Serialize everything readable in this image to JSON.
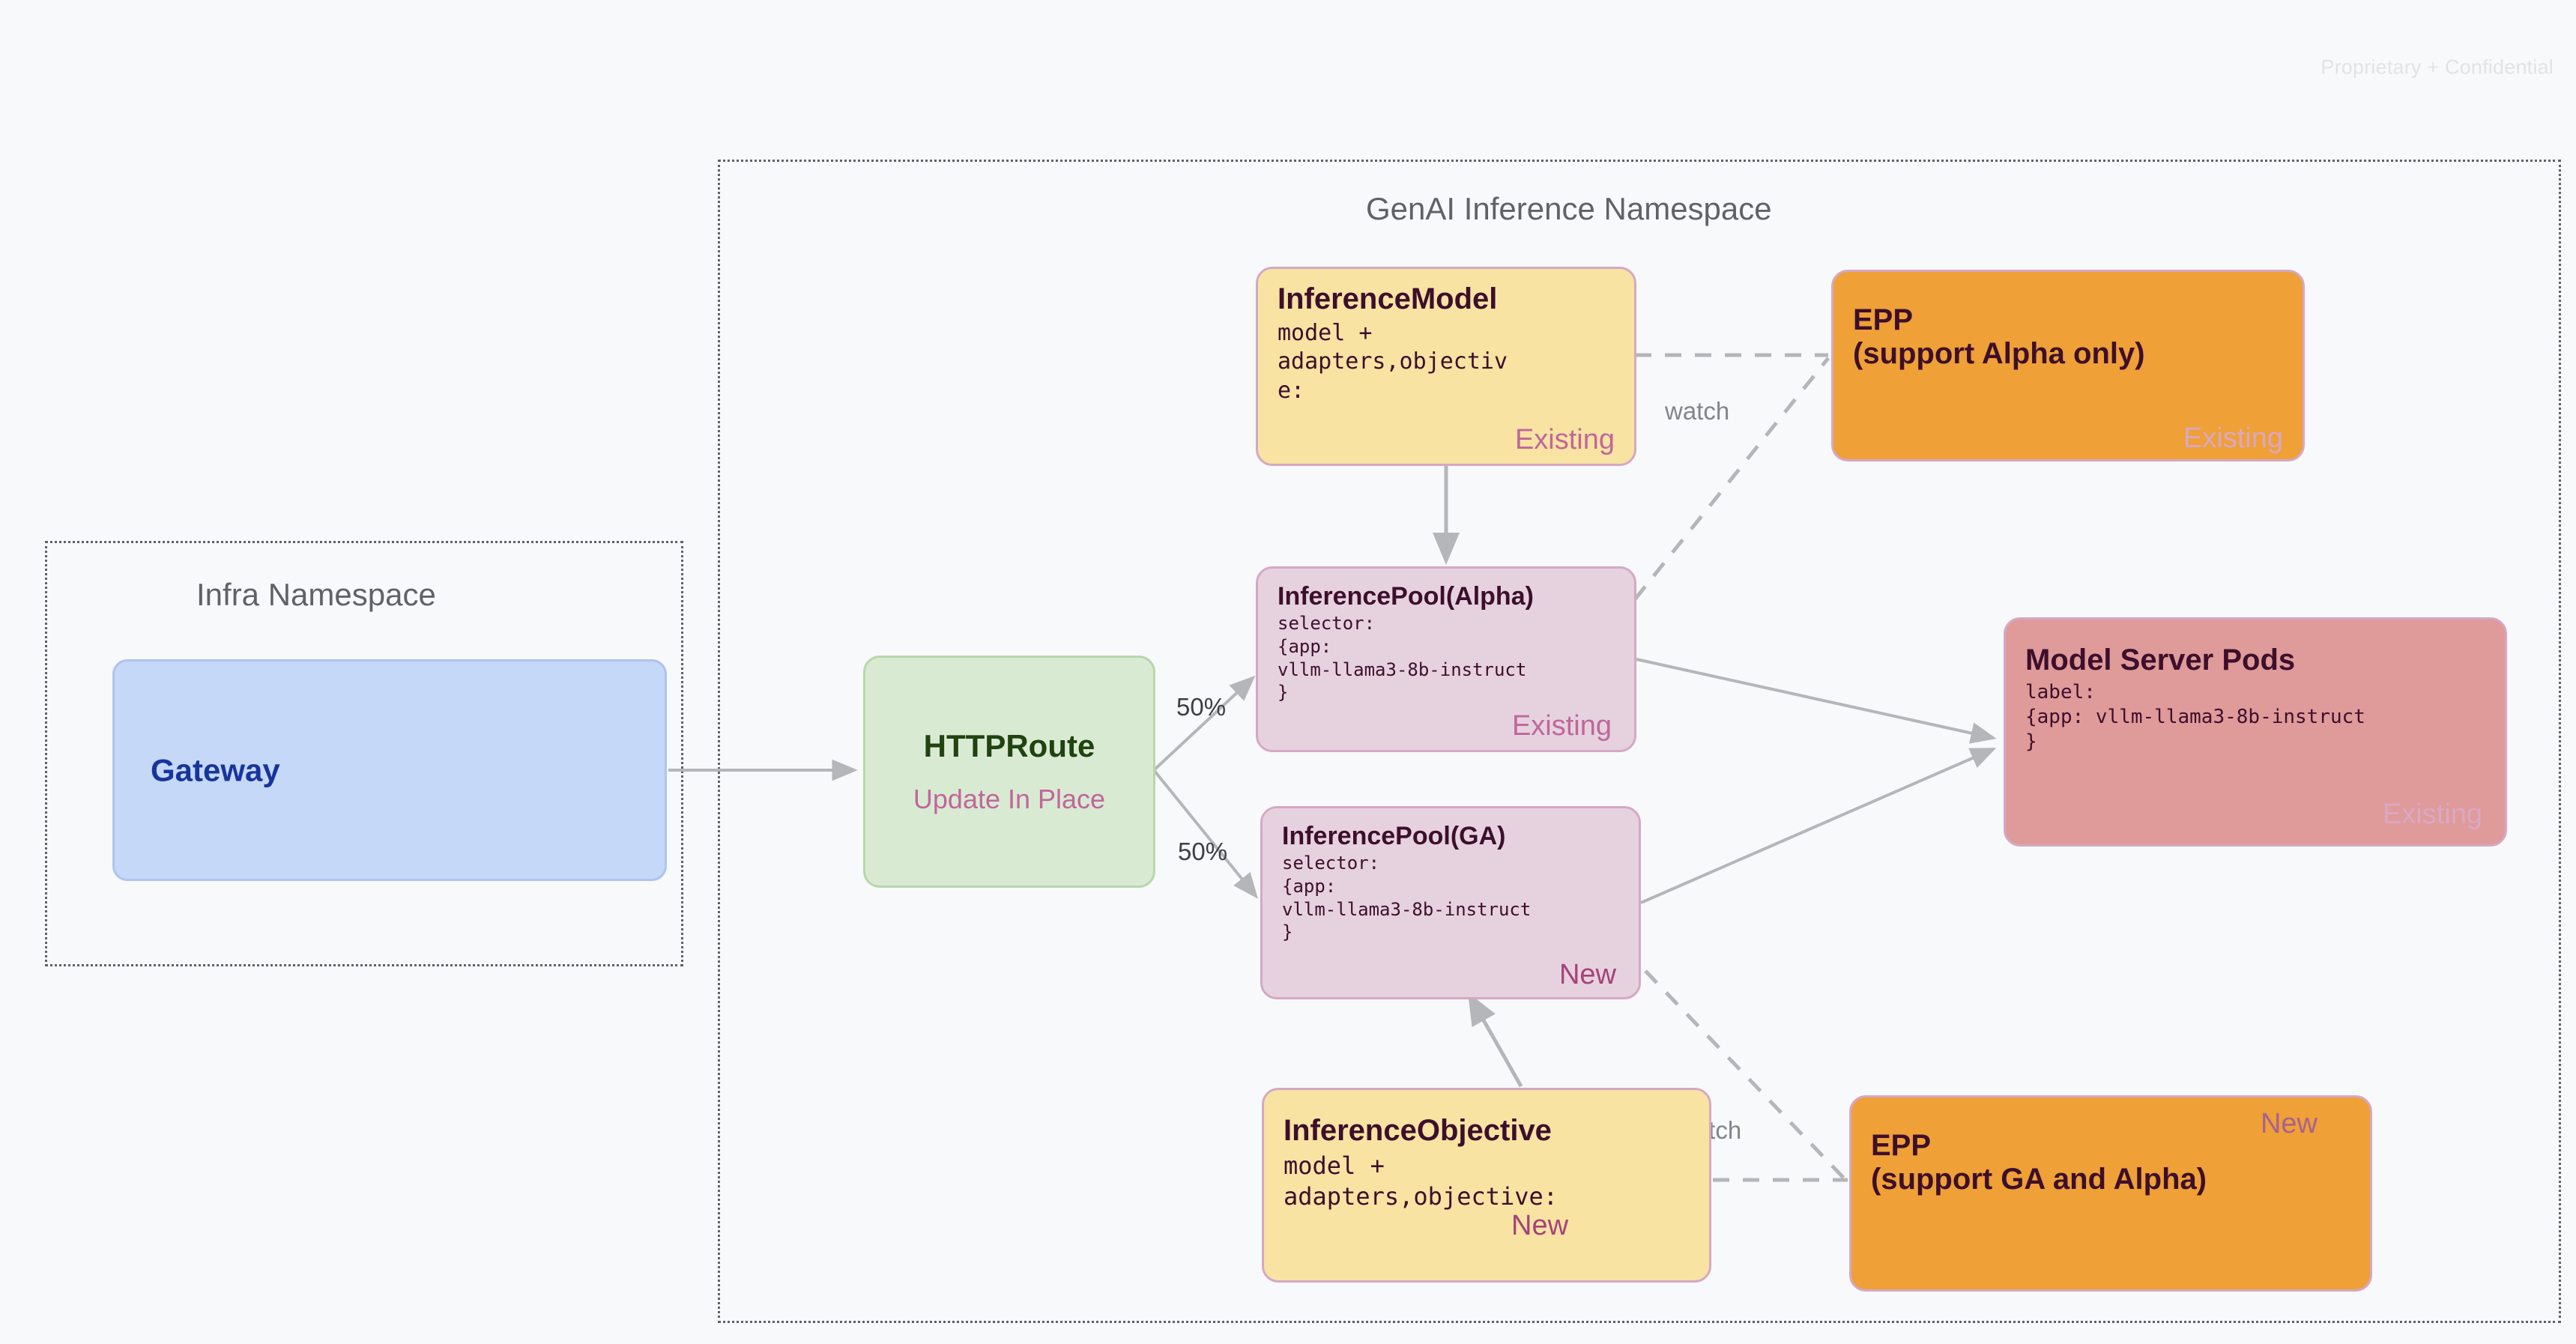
{
  "page": {
    "confidential_note": "Proprietary + Confidential",
    "background_color": "#f8f9fb"
  },
  "namespaces": [
    {
      "id": "infra",
      "title": "Infra Namespace"
    },
    {
      "id": "genai",
      "title": "GenAI Inference Namespace"
    }
  ],
  "nodes": {
    "gateway": {
      "title": "Gateway",
      "color": "#c6d8f7",
      "text_color": "#16359c"
    },
    "httproute": {
      "title": "HTTPRoute",
      "status": "Update In Place",
      "color": "#d9ead3",
      "text_color": "#204310",
      "status_color": "#c0679a"
    },
    "inference_model": {
      "title": "InferenceModel",
      "spec": "model +\nadapters,objectiv\ne:",
      "status": "Existing",
      "color": "#f8e3a3"
    },
    "epp_alpha": {
      "title": "EPP\n(support Alpha only)",
      "status": "Existing",
      "color": "#efa036"
    },
    "pool_alpha": {
      "title": "InferencePool(Alpha)",
      "spec": "selector:\n{app:\nvllm-llama3-8b-instruct\n}",
      "status": "Existing",
      "color": "#e6d2df"
    },
    "pool_ga": {
      "title": "InferencePool(GA)",
      "spec": "selector:\n{app:\nvllm-llama3-8b-instruct\n}",
      "status": "New",
      "color": "#e6d2df"
    },
    "model_server_pods": {
      "title": "Model Server Pods",
      "spec": "label:\n{app: vllm-llama3-8b-instruct\n}",
      "status": "Existing",
      "color": "#df9a9a"
    },
    "inference_objective": {
      "title": "InferenceObjective",
      "spec": "model +\nadapters,objective:",
      "status": "New",
      "color": "#f8e3a3"
    },
    "epp_ga": {
      "title": "EPP\n(support GA and Alpha)",
      "status": "New",
      "color": "#efa036"
    }
  },
  "edges": [
    {
      "id": "gateway-to-httproute",
      "from": "gateway",
      "to": "httproute",
      "label": "",
      "style": "solid"
    },
    {
      "id": "httproute-to-pool-alpha",
      "from": "httproute",
      "to": "pool_alpha",
      "label": "50%",
      "style": "solid"
    },
    {
      "id": "httproute-to-pool-ga",
      "from": "httproute",
      "to": "pool_ga",
      "label": "50%",
      "style": "solid"
    },
    {
      "id": "inference-model-to-pool-alpha",
      "from": "inference_model",
      "to": "pool_alpha",
      "label": "",
      "style": "solid"
    },
    {
      "id": "inference-model-to-epp-alpha",
      "from": "inference_model",
      "to": "epp_alpha",
      "label": "watch",
      "style": "dashed"
    },
    {
      "id": "pool-alpha-to-epp-alpha",
      "from": "pool_alpha",
      "to": "epp_alpha",
      "label": "",
      "style": "dashed"
    },
    {
      "id": "pool-alpha-to-pods",
      "from": "pool_alpha",
      "to": "model_server_pods",
      "label": "",
      "style": "solid"
    },
    {
      "id": "pool-ga-to-pods",
      "from": "pool_ga",
      "to": "model_server_pods",
      "label": "",
      "style": "solid"
    },
    {
      "id": "inference-objective-to-pool-ga",
      "from": "inference_objective",
      "to": "pool_ga",
      "label": "",
      "style": "solid"
    },
    {
      "id": "inference-objective-to-epp-ga",
      "from": "inference_objective",
      "to": "epp_ga",
      "label": "watch",
      "style": "dashed"
    },
    {
      "id": "pool-ga-to-epp-ga",
      "from": "pool_ga",
      "to": "epp_ga",
      "label": "",
      "style": "dashed"
    }
  ],
  "edge_labels": {
    "split_top": "50%",
    "split_bottom": "50%",
    "watch_top": "watch",
    "watch_bottom": "watch"
  }
}
